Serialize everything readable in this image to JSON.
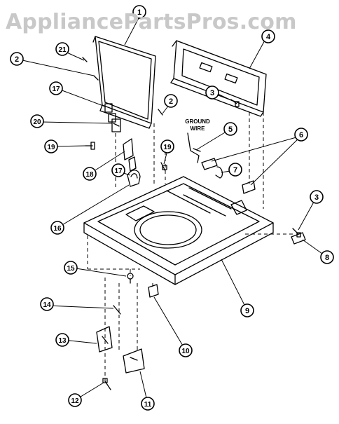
{
  "watermark": "AppliancePartsPros.com",
  "annotation": {
    "line1": "GROUND",
    "line2": "WIRE"
  },
  "callouts": [
    "1",
    "2",
    "2",
    "3",
    "3",
    "4",
    "5",
    "6",
    "7",
    "8",
    "9",
    "10",
    "11",
    "12",
    "13",
    "14",
    "15",
    "16",
    "17",
    "17",
    "18",
    "19",
    "19",
    "20",
    "21"
  ],
  "diagram": {
    "line_color": "#000000",
    "background": "#ffffff"
  }
}
